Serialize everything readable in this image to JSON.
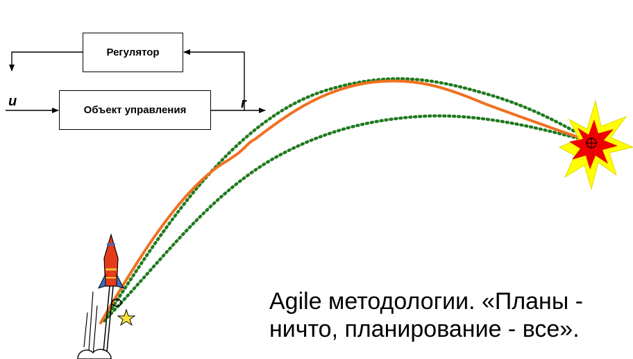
{
  "diagram": {
    "regulator_label": "Регулятор",
    "plant_label": "Объект управления",
    "input_label": "u",
    "output_label": "r"
  },
  "caption": {
    "line1": "Agile методологии. «Планы -",
    "line2": "ничто, планирование - все»."
  },
  "colors": {
    "actual_trajectory": "#f07020",
    "planned_trajectory": "#1f7a1f",
    "explosion_outer": "#ffff00",
    "explosion_inner": "#ee0000",
    "rocket_body": "#e53b1b",
    "rocket_fins": "#3c6fc0"
  }
}
